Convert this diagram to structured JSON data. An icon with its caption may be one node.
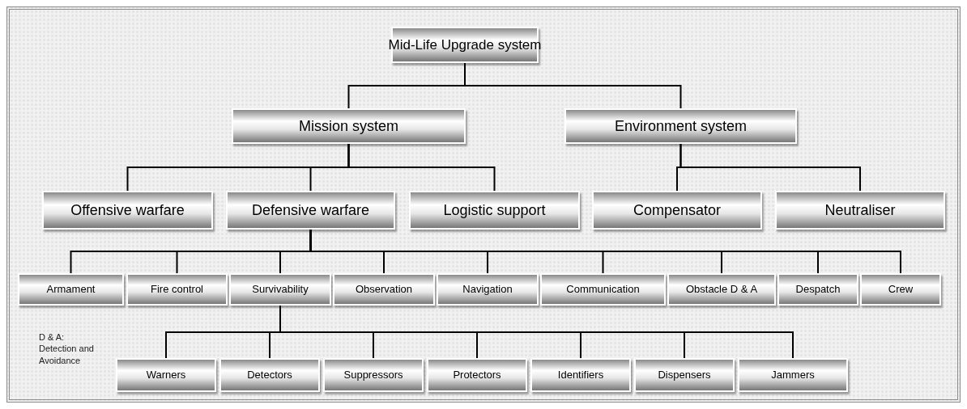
{
  "diagram": {
    "nodes": [
      {
        "text": [
          "Mid-Life Upgrade system"
        ]
      },
      {
        "text": [
          "Mission system"
        ]
      },
      {
        "text": [
          "Environment system"
        ]
      },
      {
        "text": [
          "Offensive warfare"
        ]
      },
      {
        "text": [
          "Defensive warfare"
        ]
      },
      {
        "text": [
          "Logistic support"
        ]
      },
      {
        "text": [
          "Compensator"
        ]
      },
      {
        "text": [
          "Neutraliser"
        ]
      },
      {
        "text": [
          "Armament"
        ]
      },
      {
        "text": [
          "Fire control"
        ]
      },
      {
        "text": [
          "Survivability"
        ]
      },
      {
        "text": [
          "Observation"
        ]
      },
      {
        "text": [
          "Navigation"
        ]
      },
      {
        "text": [
          "Communication"
        ]
      },
      {
        "text": [
          "Obstacle D & A"
        ]
      },
      {
        "text": [
          "Despatch"
        ]
      },
      {
        "text": [
          "Crew"
        ]
      },
      {
        "text": [
          "Warners"
        ]
      },
      {
        "text": [
          "Detectors"
        ]
      },
      {
        "text": [
          "Suppressors"
        ]
      },
      {
        "text": [
          "Protectors"
        ]
      },
      {
        "text": [
          "Identifiers"
        ]
      },
      {
        "text": [
          "Dispensers"
        ]
      },
      {
        "text": [
          "Jammers"
        ]
      }
    ],
    "edges": [
      {
        "from": 0,
        "to": 1,
        "arrow": "none"
      },
      {
        "from": 0,
        "to": 2,
        "arrow": "none"
      },
      {
        "from": 1,
        "to": 3,
        "arrow": "none"
      },
      {
        "from": 1,
        "to": 4,
        "arrow": "none"
      },
      {
        "from": 1,
        "to": 5,
        "arrow": "none"
      },
      {
        "from": 2,
        "to": 6,
        "arrow": "none"
      },
      {
        "from": 2,
        "to": 7,
        "arrow": "none"
      },
      {
        "from": 4,
        "to": 8,
        "arrow": "none"
      },
      {
        "from": 4,
        "to": 9,
        "arrow": "none"
      },
      {
        "from": 4,
        "to": 10,
        "arrow": "none"
      },
      {
        "from": 4,
        "to": 11,
        "arrow": "none"
      },
      {
        "from": 4,
        "to": 12,
        "arrow": "none"
      },
      {
        "from": 4,
        "to": 13,
        "arrow": "none"
      },
      {
        "from": 4,
        "to": 14,
        "arrow": "none"
      },
      {
        "from": 4,
        "to": 15,
        "arrow": "none"
      },
      {
        "from": 4,
        "to": 16,
        "arrow": "none"
      },
      {
        "from": 10,
        "to": 17,
        "arrow": "none"
      },
      {
        "from": 10,
        "to": 18,
        "arrow": "none"
      },
      {
        "from": 10,
        "to": 19,
        "arrow": "none"
      },
      {
        "from": 10,
        "to": 20,
        "arrow": "none"
      },
      {
        "from": 10,
        "to": 21,
        "arrow": "none"
      },
      {
        "from": 10,
        "to": 22,
        "arrow": "none"
      },
      {
        "from": 10,
        "to": 23,
        "arrow": "none"
      }
    ],
    "labels": [
      "D & A: Detection and Avoidance"
    ]
  }
}
